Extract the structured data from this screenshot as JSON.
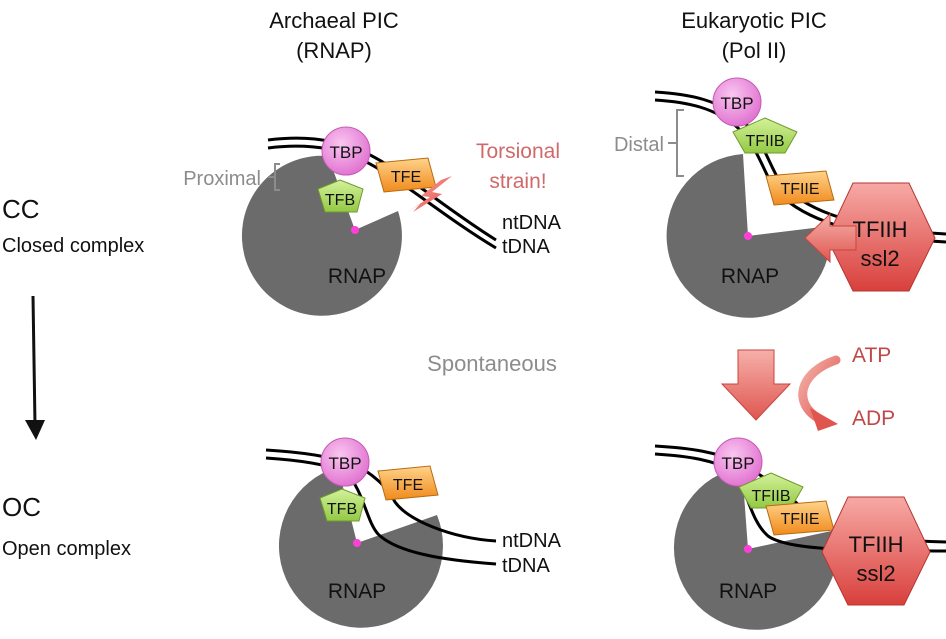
{
  "headers": {
    "archaeal_line1": "Archaeal PIC",
    "archaeal_line2": "(RNAP)",
    "eukaryotic_line1": "Eukaryotic PIC",
    "eukaryotic_line2": "(Pol II)"
  },
  "states": {
    "cc_abbrev": "CC",
    "cc_name": "Closed complex",
    "oc_abbrev": "OC",
    "oc_name": "Open complex"
  },
  "labels": {
    "proximal": "Proximal",
    "distal": "Distal",
    "torsional_line1": "Torsional",
    "torsional_line2": "strain!",
    "spontaneous": "Spontaneous",
    "atp": "ATP",
    "adp": "ADP",
    "ntdna": "ntDNA",
    "tdna": "tDNA",
    "rnap": "RNAP",
    "tbp": "TBP",
    "tfb": "TFB",
    "tfe": "TFE",
    "tfiib": "TFIIB",
    "tfiie": "TFIIE",
    "tfiih": "TFIIH",
    "ssl2": "ssl2"
  },
  "colors": {
    "rnap": "#6b6b6b",
    "tbp": "#e97fd7",
    "tfb": "#a7d957",
    "tfe": "#f5a53a",
    "tfiih": "#e9605e",
    "red_text": "#c04848",
    "torsional_text": "#d06a6a",
    "grey_text": "#8c8c8c",
    "active_site": "#ff3fd8"
  }
}
